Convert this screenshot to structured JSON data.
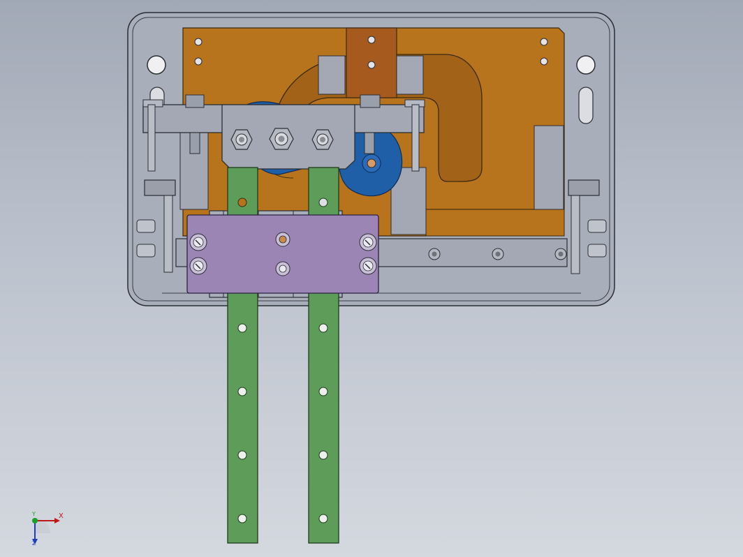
{
  "viewport": {
    "name": "cad-graphics-area",
    "background_top": "#a2a9b6",
    "background_bottom": "#d4d8df"
  },
  "colors": {
    "base_plate": "#a9aebb",
    "base_plate_edge": "#2b2d33",
    "copper_plate": "#b8741c",
    "copper_dark": "#8c560f",
    "copper_block": "#a65a1e",
    "blue_cam": "#1f5fa8",
    "steel_bracket": "#a3a8b4",
    "rail_green": "#5e9c5a",
    "clamp_purple": "#9a85b5",
    "axis_x": "#c01818",
    "axis_y": "#17a12a",
    "axis_z": "#1f3cc0"
  },
  "triad": {
    "x_label": "X",
    "y_label": "Y",
    "z_label": "Z"
  }
}
